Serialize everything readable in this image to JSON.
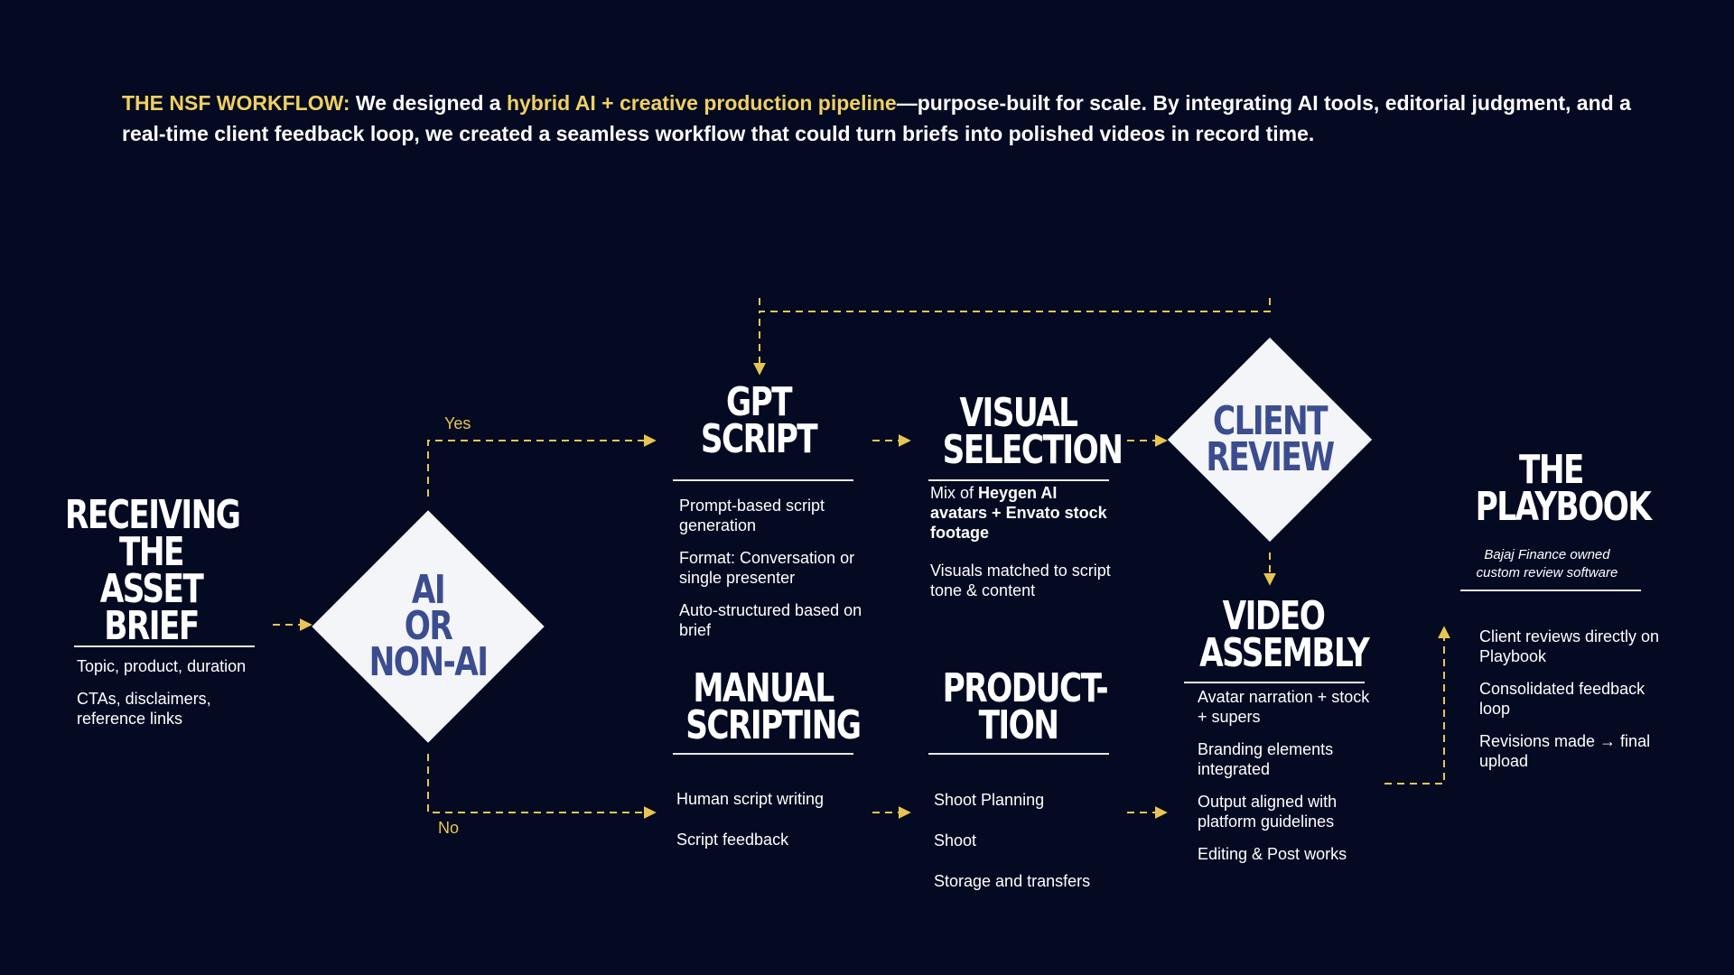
{
  "intro": {
    "lead": "THE NSF WORKFLOW:",
    "part1": " We designed a ",
    "highlight": "hybrid AI + creative production pipeline",
    "part2": "—purpose-built for scale. By integrating AI tools, editorial judgment, and a real-time client feedback loop, we created a seamless workflow that could turn briefs into polished videos in record time."
  },
  "colors": {
    "background": "#030a22",
    "accent": "#f0d060",
    "diamond": "#f4f5f8",
    "diamond_text": "#3b4d8f",
    "connector": "#e8c552"
  },
  "receiving": {
    "title_l1": "RECEIVING",
    "title_l2": "THE ASSET",
    "title_l3": "BRIEF",
    "items": [
      "Topic, product, duration",
      "CTAs, disclaimers, reference links"
    ]
  },
  "decision": {
    "l1": "AI",
    "l2": "OR",
    "l3": "NON-AI",
    "yes_label": "Yes",
    "no_label": "No"
  },
  "gpt_script": {
    "title_l1": "GPT",
    "title_l2": "SCRIPT",
    "items": [
      "Prompt-based script generation",
      "Format: Conversation or single presenter",
      "Auto-structured based on brief"
    ]
  },
  "visual_selection": {
    "title_l1": "VISUAL",
    "title_l2": "SELECTION",
    "mix_prefix": "Mix of ",
    "mix_bold": "Heygen AI avatars + Envato stock footage",
    "item2": "Visuals matched to script tone & content"
  },
  "client_review": {
    "l1": "CLIENT",
    "l2": "REVIEW"
  },
  "manual_scripting": {
    "title_l1": "MANUAL",
    "title_l2": "SCRIPTING",
    "items": [
      "Human script writing",
      "Script feedback"
    ]
  },
  "production": {
    "title_l1": "PRODUCT-",
    "title_l2": "TION",
    "items": [
      "Shoot Planning",
      "Shoot",
      "Storage and transfers"
    ]
  },
  "video_assembly": {
    "title_l1": "VIDEO",
    "title_l2": "ASSEMBLY",
    "items": [
      "Avatar narration + stock + supers",
      "Branding elements integrated",
      "Output aligned with platform guidelines",
      "Editing & Post works"
    ]
  },
  "playbook": {
    "title_l1": "THE",
    "title_l2": "PLAYBOOK",
    "subtitle": "Bajaj Finance owned custom review software",
    "items": [
      "Client reviews directly on Playbook",
      "Consolidated feedback loop",
      "Revisions made → final upload"
    ]
  }
}
